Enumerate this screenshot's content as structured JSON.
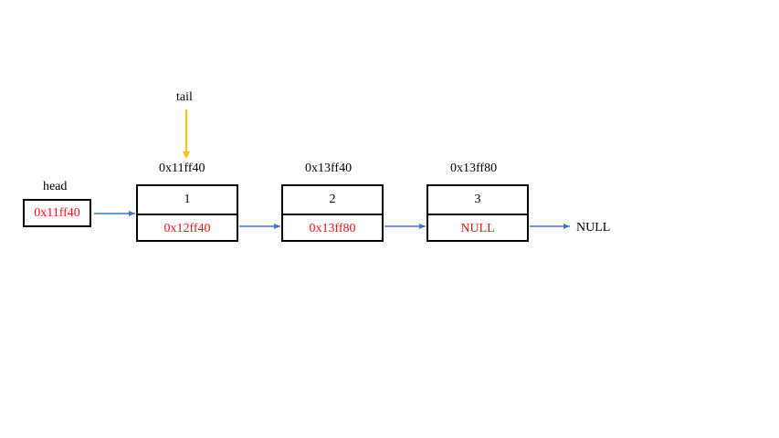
{
  "colors": {
    "pointer_text": "#e8141c",
    "next_arrow": "#4472c4",
    "tail_arrow": "#ffc000",
    "border": "#000000"
  },
  "tail": {
    "label": "tail"
  },
  "head": {
    "label": "head",
    "value": "0x11ff40"
  },
  "nodes": [
    {
      "address": "0x11ff40",
      "data": "1",
      "next": "0x12ff40"
    },
    {
      "address": "0x13ff40",
      "data": "2",
      "next": "0x13ff80"
    },
    {
      "address": "0x13ff80",
      "data": "3",
      "next": "NULL"
    }
  ],
  "terminal": {
    "label": "NULL"
  }
}
